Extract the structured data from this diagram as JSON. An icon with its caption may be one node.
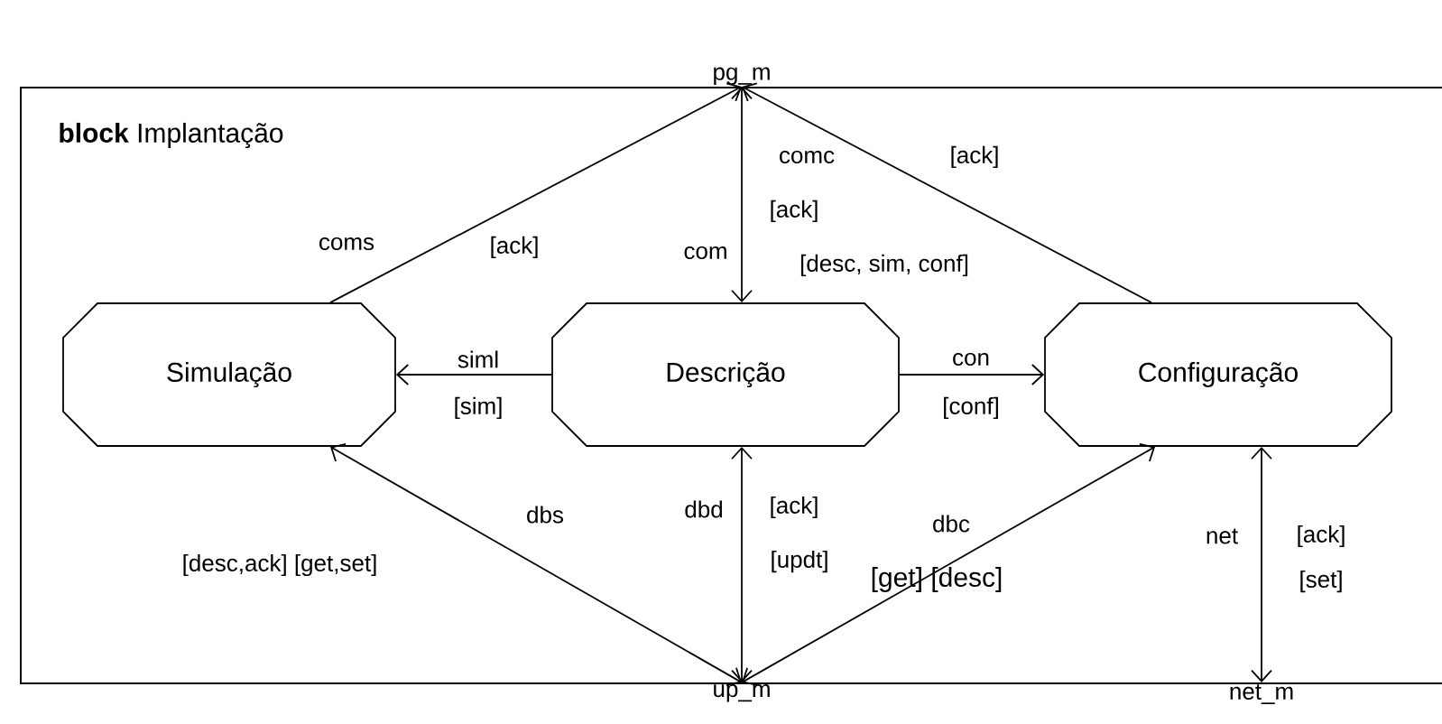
{
  "diagram": {
    "nodes": [
      {
        "text": [
          "**block** Implantação"
        ]
      },
      {
        "text": [
          "Simulação"
        ],
        "in": 0
      },
      {
        "text": [
          "Descrição"
        ],
        "in": 0
      },
      {
        "text": [
          "Configuração"
        ],
        "in": 0
      },
      {
        "text": [
          "pg_m"
        ]
      },
      {
        "text": [
          "up_m"
        ]
      },
      {
        "text": [
          "net_m"
        ]
      }
    ],
    "edges": [
      {
        "from": 1,
        "to": 4,
        "arrow": "to",
        "label": "coms"
      },
      {
        "from": 2,
        "to": 4,
        "arrow": "both",
        "label": "com"
      },
      {
        "from": 3,
        "to": 4,
        "arrow": "to",
        "label": "comc"
      },
      {
        "from": 2,
        "to": 1,
        "arrow": "to",
        "label": "siml"
      },
      {
        "from": 2,
        "to": 3,
        "arrow": "to",
        "label": "con"
      },
      {
        "from": 5,
        "to": 1,
        "arrow": "both",
        "label": "dbs"
      },
      {
        "from": 2,
        "to": 5,
        "arrow": "both",
        "label": "dbd"
      },
      {
        "from": 5,
        "to": 3,
        "arrow": "both",
        "label": "dbc"
      },
      {
        "from": 6,
        "to": 3,
        "arrow": "both",
        "label": "net"
      }
    ],
    "labels": [
      "[ack]",
      "[ack]",
      "[ack]",
      "[desc, sim, conf]",
      "[sim]",
      "[conf]",
      "[ack]",
      "[ack]",
      "[updt]",
      "[desc,ack]  [get,set]",
      "[set]",
      "[get] [desc]"
    ]
  }
}
